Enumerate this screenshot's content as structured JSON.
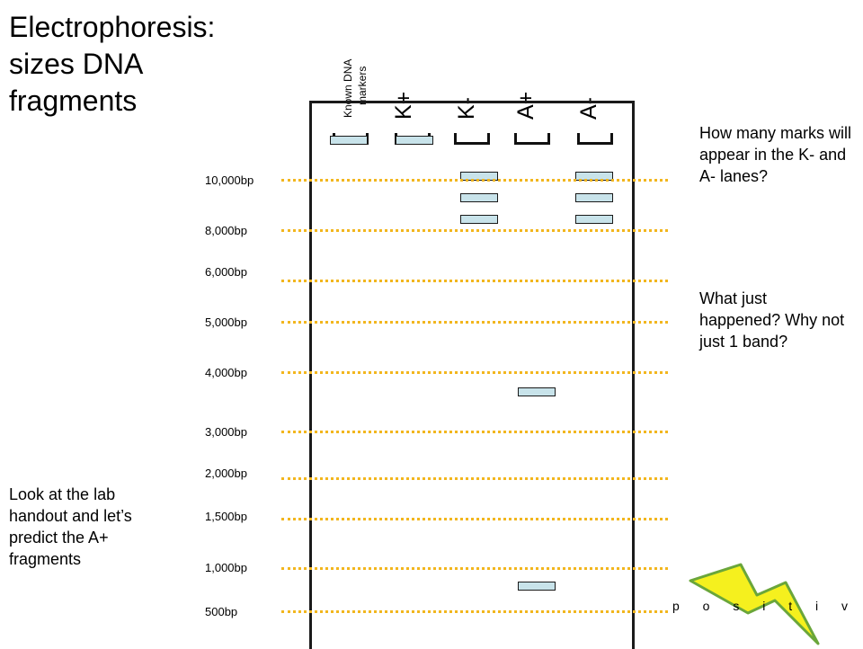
{
  "title": {
    "line1": "Electrophoresis:",
    "line2": "sizes DNA",
    "line3": "fragments"
  },
  "lanes": {
    "markers_line1": "Known DNA",
    "markers_line2": "markers",
    "k_plus": "K+",
    "k_minus": "K-",
    "a_plus": "A+",
    "a_minus": "A-"
  },
  "size_markers": [
    "10,000bp",
    "8,000bp",
    "6,000bp",
    "5,000bp",
    "4,000bp",
    "3,000bp",
    "2,000bp",
    "1,500bp",
    "1,000bp",
    "500bp"
  ],
  "questions": {
    "q1": "How many marks will appear in the K- and A- lanes?",
    "q2": "What just happened? Why not just 1 band?",
    "note": "Look at the lab handout and let’s predict the A+ fragments"
  },
  "positive_label": "p o s i t i v e",
  "colors": {
    "guide_line": "#f2b61e",
    "band_fill": "#c8e3ea",
    "bolt_fill": "#f5f01e",
    "bolt_stroke": "#6aa63a"
  },
  "icons": {
    "electrode": "lightning-bolt-icon"
  }
}
